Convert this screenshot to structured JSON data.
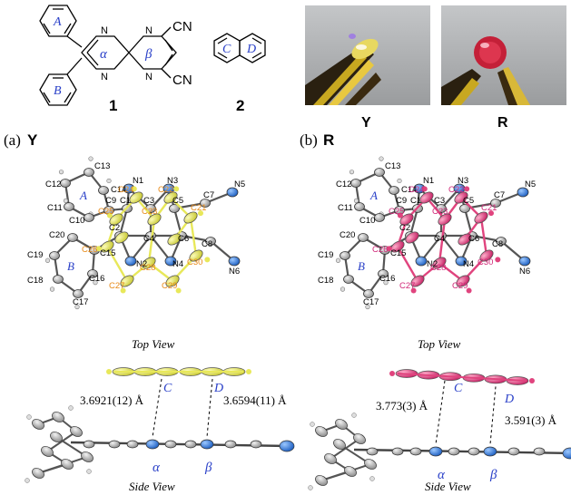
{
  "compounds": {
    "c1": {
      "ring_a": "A",
      "ring_b": "B",
      "ring_alpha": "α",
      "ring_beta": "β",
      "cn_top": "CN",
      "cn_bottom": "CN",
      "number": "1"
    },
    "c2": {
      "ring_c": "C",
      "ring_d": "D",
      "number": "2"
    }
  },
  "photos": {
    "left_label": "Y",
    "right_label": "R"
  },
  "panels": {
    "a": {
      "prefix": "(a)",
      "form": "Y",
      "atoms": [
        "C13",
        "C12",
        "C14",
        "C11",
        "C10",
        "C9",
        "N1",
        "C1",
        "C3",
        "N3",
        "C5",
        "C7",
        "N5",
        "C24",
        "C22",
        "C25",
        "C2",
        "C23",
        "C21",
        "C4",
        "C6",
        "C20",
        "N2",
        "N4",
        "C8",
        "C19",
        "C15",
        "C26",
        "C30",
        "N6",
        "C16",
        "C28",
        "C27",
        "C18",
        "C29",
        "C17"
      ],
      "ring_a": "A",
      "ring_b": "B",
      "top_view": "Top View",
      "ring_c": "C",
      "ring_d": "D",
      "dist_left": "3.6921(12) Å",
      "dist_right": "3.6594(11) Å",
      "ring_alpha": "α",
      "ring_beta": "β",
      "side_view": "Side View"
    },
    "b": {
      "prefix": "(b)",
      "form": "R",
      "atoms": [
        "C13",
        "C12",
        "C14",
        "C11",
        "C10",
        "C9",
        "N1",
        "C1",
        "C3",
        "N3",
        "C5",
        "C7",
        "N5",
        "C24",
        "C22",
        "C2",
        "C23",
        "C21",
        "C25",
        "C4",
        "C6",
        "C20",
        "N2",
        "N4",
        "C8",
        "C19",
        "C15",
        "C26",
        "C28",
        "C30",
        "N6",
        "C16",
        "C27",
        "C29",
        "C18",
        "C17"
      ],
      "ring_a": "A",
      "ring_b": "B",
      "top_view": "Top View",
      "ring_c": "C",
      "ring_d": "D",
      "dist_left": "3.773(3) Å",
      "dist_right": "3.591(3) Å",
      "ring_alpha": "α",
      "ring_beta": "β",
      "side_view": "Side View"
    }
  },
  "colors": {
    "yellow": "#e8e85a",
    "magenta": "#e0447e",
    "blue": "#2a78d8",
    "grey": "#a8a8a8",
    "orange": "#e88a18",
    "pink": "#d02878",
    "italic_blue": "#2a40c8"
  }
}
